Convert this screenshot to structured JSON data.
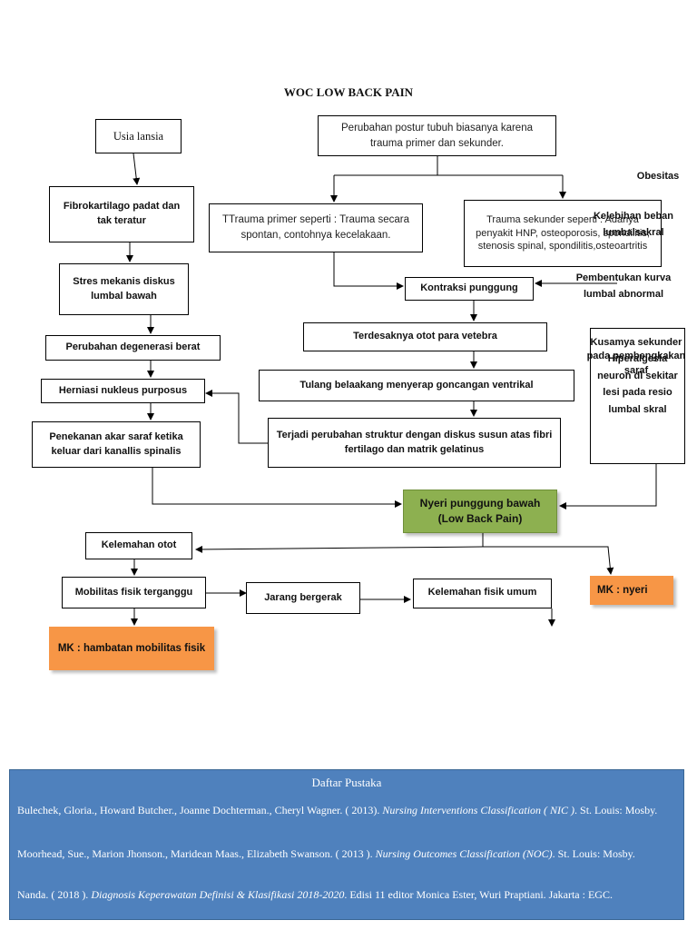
{
  "title": "WOC LOW BACK PAIN",
  "left_chain": {
    "usia": "Usia lansia",
    "fibro": "Fibrokartilago padat dan tak teratur",
    "stres": "Stres mekanis diskus lumbal bawah",
    "degenerasi": "Perubahan degenerasi berat",
    "herniasi": "Herniasi nukleus purposus",
    "penekanan": "Penekanan akar saraf ketika keluar dari kanallis spinalis"
  },
  "right_chain": {
    "postur": "Perubahan postur tubuh biasanya karena trauma primer dan sekunder.",
    "trauma_primer": "TTrauma primer seperti : Trauma secara spontan, contohnya kecelakaan.",
    "trauma_sekunder": "Trauma sekunder seperti : Adanya penyakit HNP, osteoporosis, spondilitis, stenosis spinal, spondilitis,osteoartritis",
    "kontraksi": "Kontraksi punggung",
    "terdesaknya": "Terdesaknya otot para vetebra",
    "tulang": "Tulang belaakang menyerap goncangan ventrikal",
    "terjadi": "Terjadi perubahan struktur dengan diskus susun atas fibri fertilago dan matrik gelatinus"
  },
  "side_notes": {
    "obesitas": "Obesitas",
    "kelebihan": "Kelebihan beban lumbalsakral",
    "pembentukan": "Pembentukan kurva lumbal abnormal",
    "hiperalgesia": "Hiperalgesia neuron di sekitar lesi pada resio lumbal skral",
    "kusamya": "Kusamya sekunder pada pembengkakan saraf"
  },
  "center": {
    "nyeri": "Nyeri punggung bawah (Low Back Pain)"
  },
  "bottom_chain": {
    "kelemahan_otot": "Kelemahan otot",
    "mobilitas": "Mobilitas fisik terganggu",
    "jarang": "Jarang bergerak",
    "kelemahan_umum": "Kelemahan fisik umum",
    "mk_hambatan": "MK : hambatan mobilitas fisik",
    "mk_nyeri": "MK : nyeri"
  },
  "references": {
    "heading": "Daftar Pustaka",
    "items": [
      {
        "pre": "Bulechek, Gloria., Howard Butcher., Joanne Dochterman., Cheryl Wagner. ( 2013). ",
        "italic": "Nursing Interventions Classification ( NIC )",
        "post": ". St. Louis: Mosby."
      },
      {
        "pre": "Moorhead, Sue., Marion Jhonson., Maridean Maas., Elizabeth Swanson. ( 2013 ). ",
        "italic": "Nursing Outcomes  Classification (NOC)",
        "post": ". St. Louis: Mosby."
      },
      {
        "pre": "Nanda. ( 2018 ). ",
        "italic": "Diagnosis Keperawatan Definisi & Klasifikasi 2018-2020",
        "post": ". Edisi 11 editor Monica Ester, Wuri Praptiani. Jakarta : EGC."
      }
    ]
  },
  "colors": {
    "green_box": "#8db050",
    "orange_box": "#f79646",
    "reference_panel": "#4f81bd"
  }
}
